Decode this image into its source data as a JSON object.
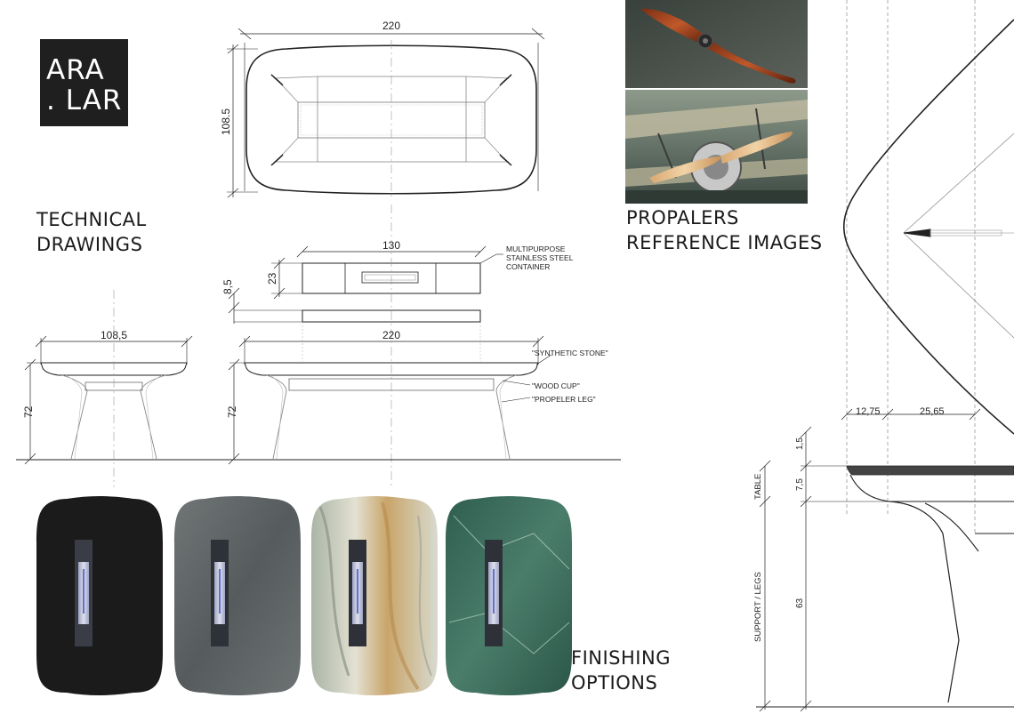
{
  "logo": {
    "line1": "ARA",
    "line2": ". LAR"
  },
  "sections": {
    "technical": [
      "TECHNICAL",
      "DRAWINGS"
    ],
    "propellers": [
      "PROPALERS",
      "REFERENCE IMAGES"
    ],
    "finishing": [
      "FINISHING",
      "OPTIONS"
    ]
  },
  "dimensions": {
    "top_length": "220",
    "top_width": "108,5",
    "top_width_alt": "108.5",
    "container_length": "130",
    "container_height": "23",
    "container_gap": "8,5",
    "front_length": "220",
    "side_height": "72",
    "front_height": "72",
    "detail_a": "12,75",
    "detail_b": "25,65",
    "detail_top": "1,5",
    "detail_table": "7,5",
    "detail_legs": "63"
  },
  "callouts": {
    "container": [
      "MULTIPURPOSE",
      "STAINLESS STEEL",
      "CONTAINER"
    ],
    "stone": "\"SYNTHETIC STONE\"",
    "wood": "\"WOOD CUP\"",
    "leg": "\"PROPELER LEG\""
  },
  "detail_labels": {
    "table": "TABLE",
    "legs": "SUPPORT / LEGS"
  },
  "finishes": [
    {
      "name": "black",
      "color": "#1b1b1b"
    },
    {
      "name": "grey-granite",
      "color": "#5f6566"
    },
    {
      "name": "onyx-marble",
      "color": "#c8cabd"
    },
    {
      "name": "green-marble",
      "color": "#3f6f5f"
    }
  ]
}
